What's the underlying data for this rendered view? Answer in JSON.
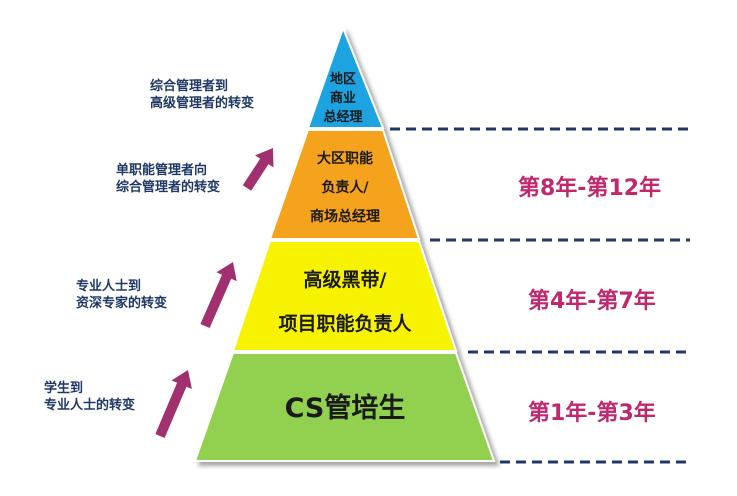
{
  "pyramid": {
    "tiers": [
      {
        "lines": [
          "地区",
          "商业",
          "总经理"
        ],
        "color": "#1fa3e0"
      },
      {
        "lines": [
          "大区职能",
          "负责人/",
          "商场总经理"
        ],
        "color": "#f5a21b"
      },
      {
        "lines": [
          "高级黑带/",
          "项目职能负责人"
        ],
        "color": "#f6f200"
      },
      {
        "lines": [
          "CS管培生"
        ],
        "color": "#92d050"
      }
    ]
  },
  "transitions": [
    {
      "lines": [
        "综合管理者到",
        "高级管理者的转变"
      ]
    },
    {
      "lines": [
        "单职能管理者向",
        "综合管理者的转变"
      ]
    },
    {
      "lines": [
        "专业人士到",
        "资深专家的转变"
      ]
    },
    {
      "lines": [
        "学生到",
        "专业人士的转变"
      ]
    }
  ],
  "years": [
    {
      "label": "第8年-第12年"
    },
    {
      "label": "第4年-第7年"
    },
    {
      "label": "第1年-第3年"
    }
  ],
  "colors": {
    "arrow": "#a0306e",
    "dash": "#1f3864",
    "years": "#c0286e"
  }
}
